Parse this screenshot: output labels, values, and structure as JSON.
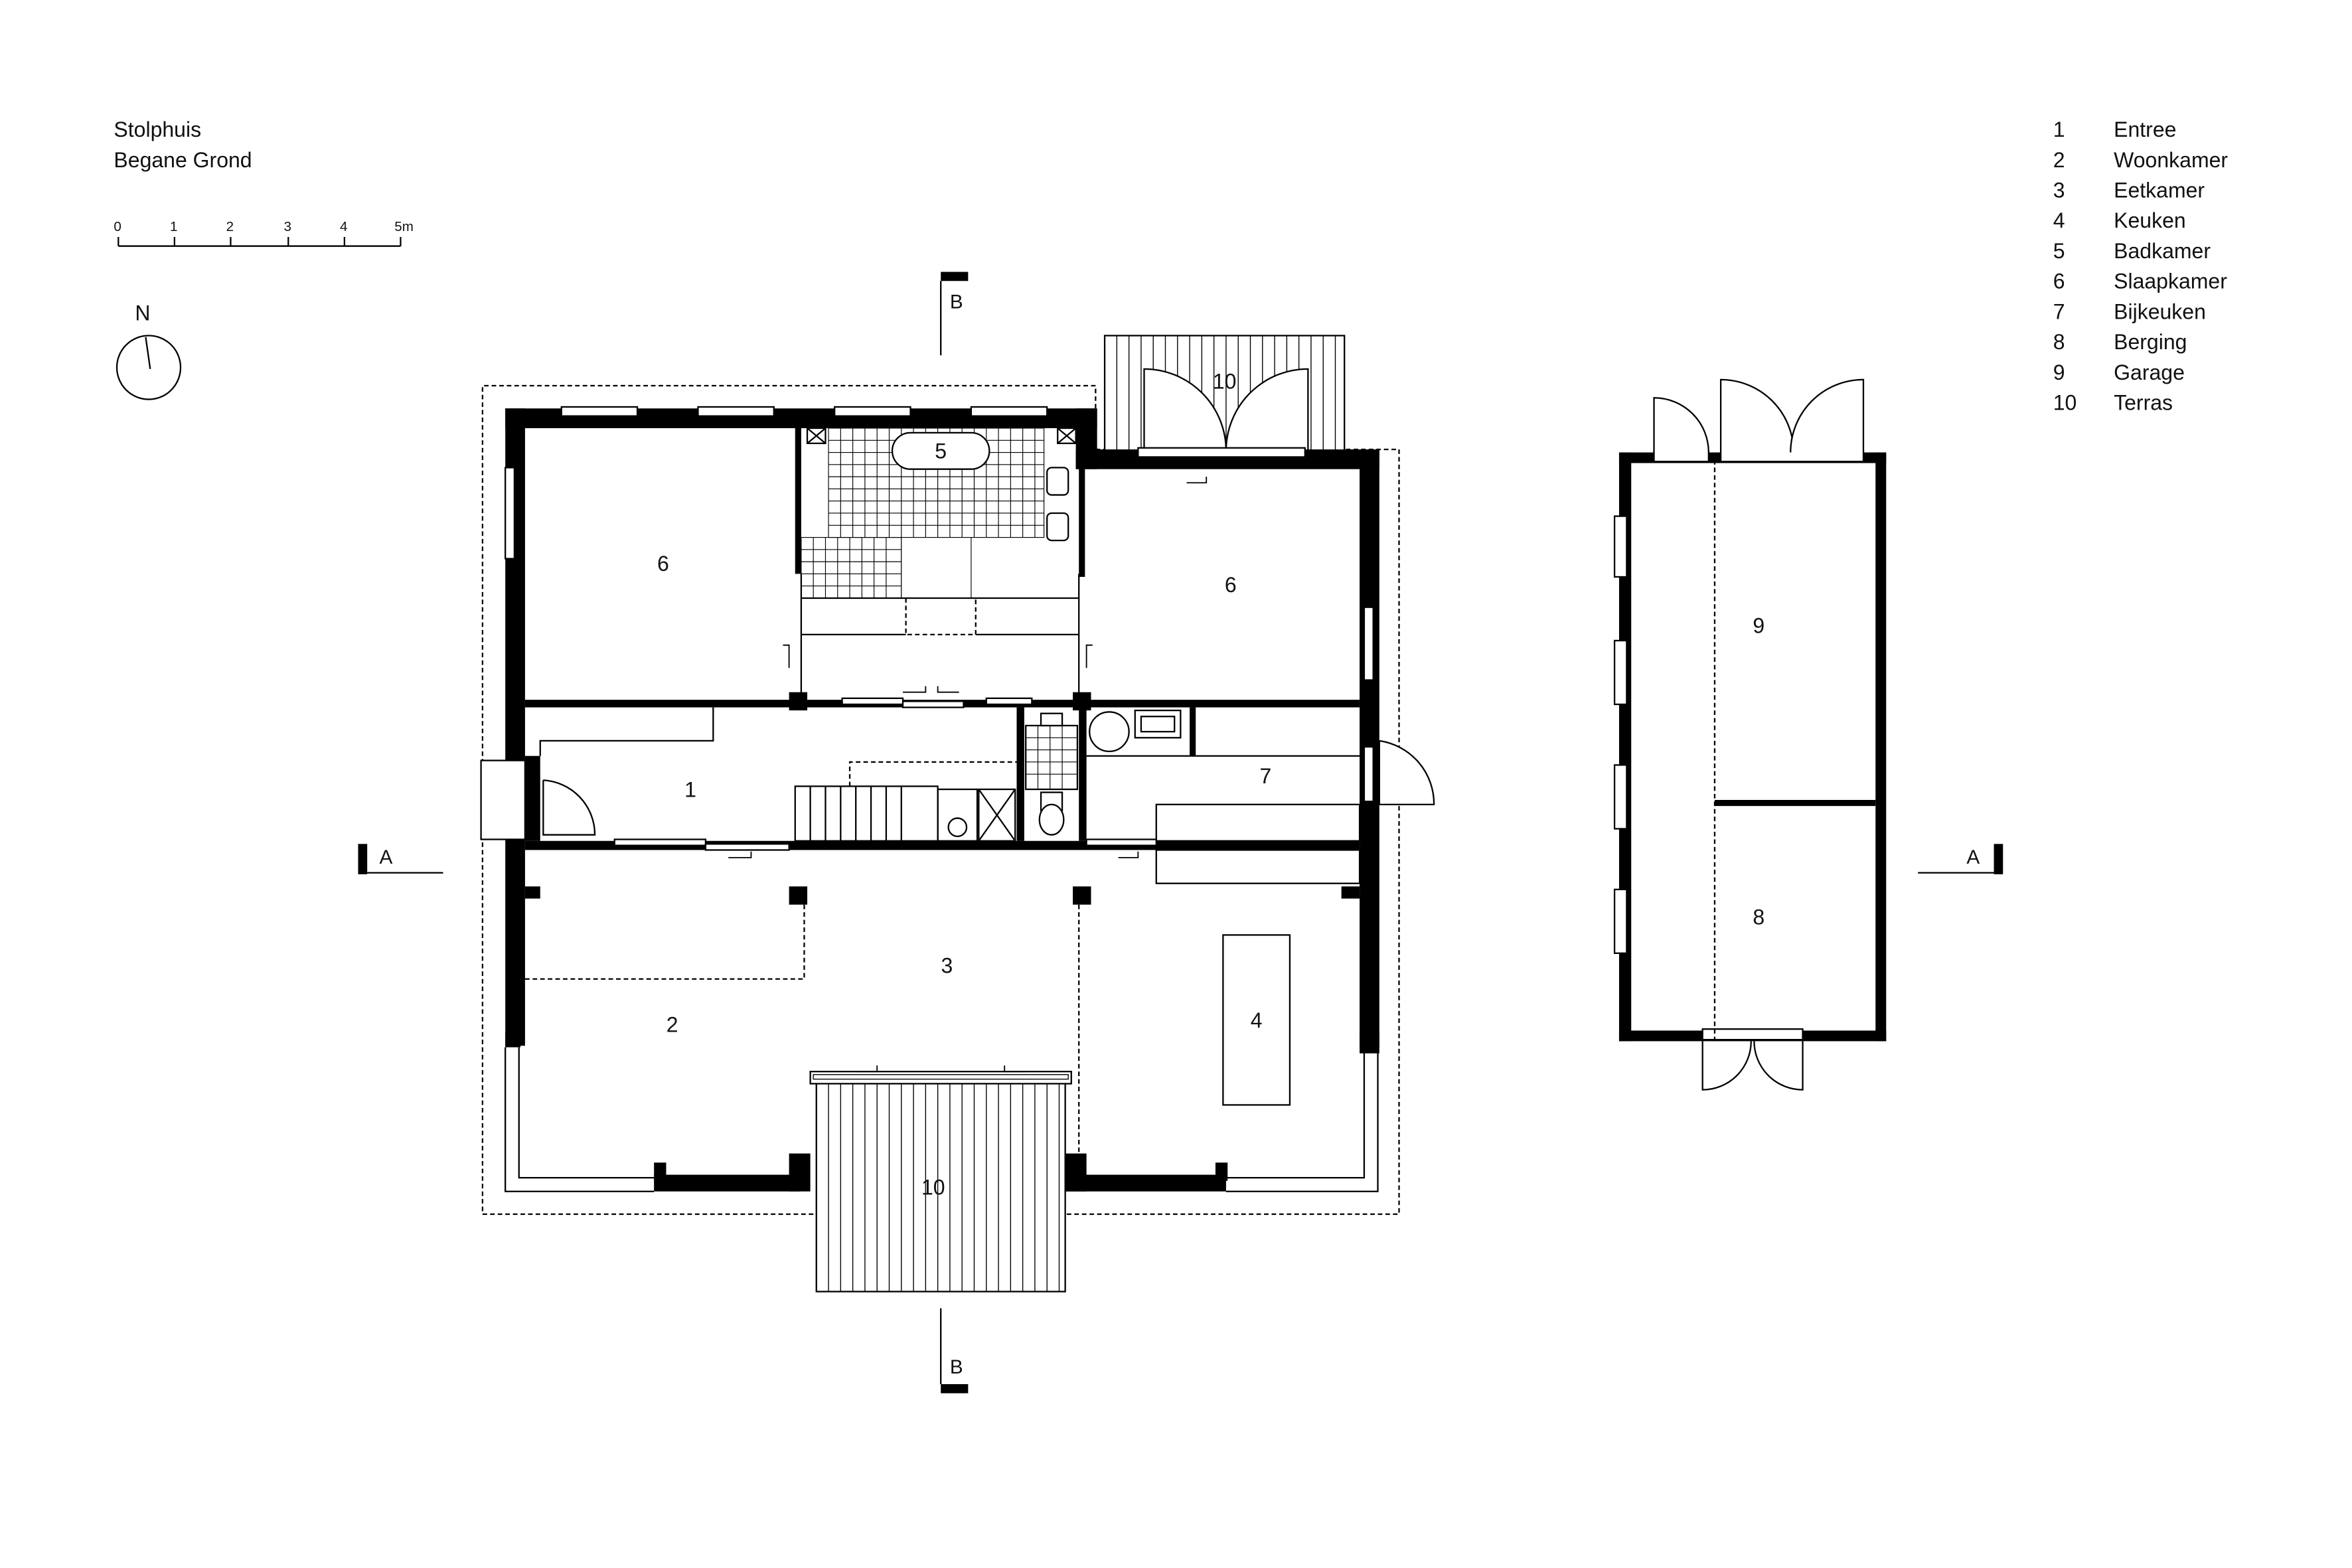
{
  "title": {
    "line1": "Stolphuis",
    "line2": "Begane Grond"
  },
  "scale_bar": {
    "ticks": [
      "0",
      "1",
      "2",
      "3",
      "4",
      "5m"
    ]
  },
  "north": {
    "label": "N"
  },
  "legend": [
    {
      "number": "1",
      "name": "Entree"
    },
    {
      "number": "2",
      "name": "Woonkamer"
    },
    {
      "number": "3",
      "name": "Eetkamer"
    },
    {
      "number": "4",
      "name": "Keuken"
    },
    {
      "number": "5",
      "name": "Badkamer"
    },
    {
      "number": "6",
      "name": "Slaapkamer"
    },
    {
      "number": "7",
      "name": "Bijkeuken"
    },
    {
      "number": "8",
      "name": "Berging"
    },
    {
      "number": "9",
      "name": "Garage"
    },
    {
      "number": "10",
      "name": "Terras"
    }
  ],
  "room_labels": {
    "entree": "1",
    "woonkamer": "2",
    "eetkamer": "3",
    "keuken": "4",
    "badkamer": "5",
    "slaapkamer_west": "6",
    "slaapkamer_east": "6",
    "bijkeuken": "7",
    "berging": "8",
    "garage": "9",
    "terras_north": "10",
    "terras_south": "10"
  },
  "section_markers": {
    "a_left": "A",
    "a_right": "A",
    "b_top": "B",
    "b_bottom": "B"
  },
  "colors": {
    "ink": "#000000",
    "background": "#ffffff"
  }
}
